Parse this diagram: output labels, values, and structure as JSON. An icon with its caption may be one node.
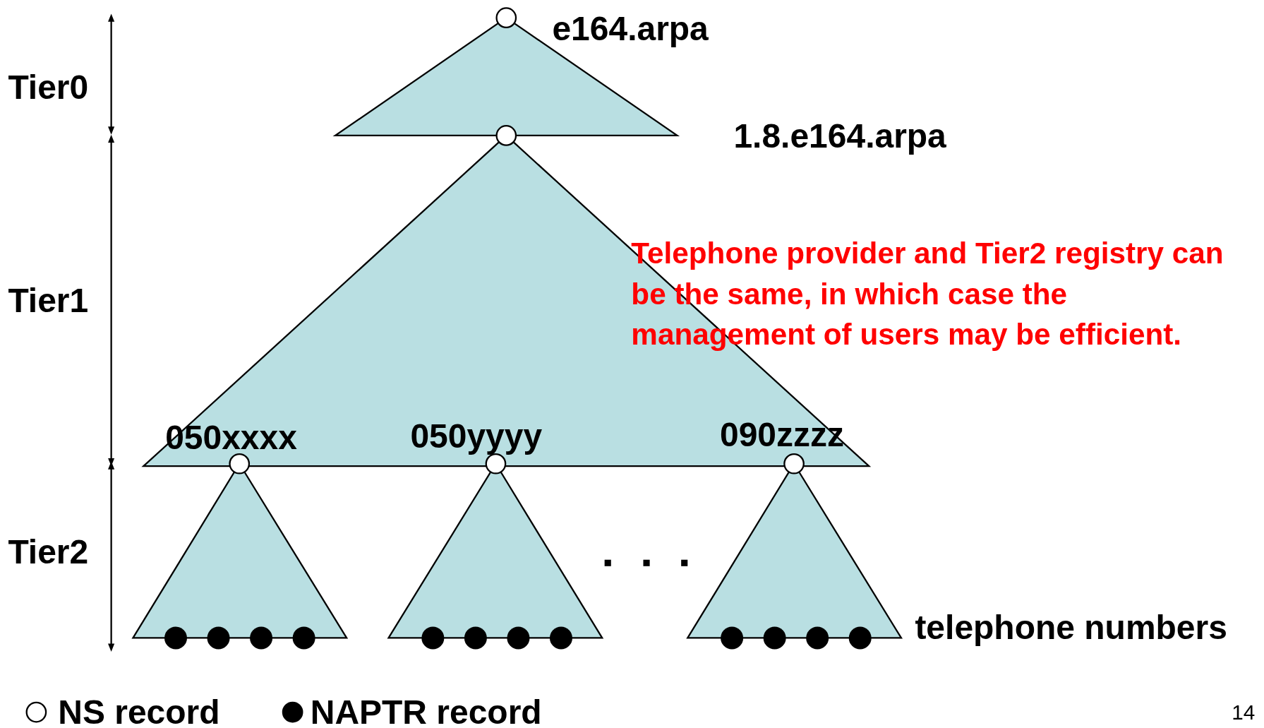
{
  "diagram": {
    "nodes": [
      {
        "text": [],
        "shape": "circle",
        "beside": [
          "e164.arpa"
        ]
      },
      {
        "text": [],
        "shape": "circle"
      },
      {
        "text": [],
        "shape": "circle",
        "beside": [
          "050xxxx"
        ]
      },
      {
        "text": [],
        "shape": "circle",
        "beside": [
          "050yyyy"
        ]
      },
      {
        "text": [],
        "shape": "circle",
        "beside": [
          "090zzzz"
        ]
      }
    ],
    "edges": [],
    "labels": [
      "Tier0",
      "1.8.e164.arpa",
      "Tier1",
      "Telephone provider and Tier2 registry can be the same, in which case the management of users may be efficient.",
      "Tier2",
      "telephone numbers",
      "14"
    ],
    "legend": [
      {
        "text": "NS record"
      },
      {
        "text": "NAPTR record"
      }
    ]
  }
}
